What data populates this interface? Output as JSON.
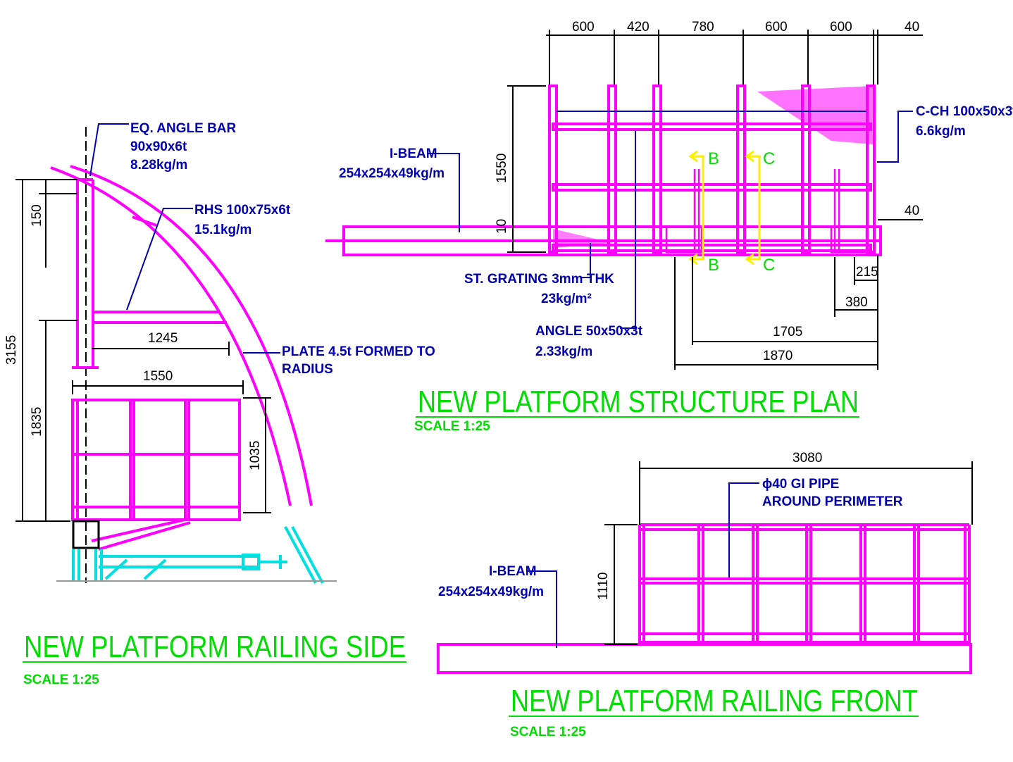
{
  "colors": {
    "structure": "#ff00ff",
    "label": "#0000b0",
    "title": "#00dd00",
    "section": "#ffee00",
    "existing": "#00e0e0",
    "dimension": "#000000"
  },
  "plan": {
    "title": "NEW PLATFORM STRUCTURE PLAN",
    "scale": "SCALE 1:25",
    "top_dims": [
      "600",
      "420",
      "780",
      "600",
      "600",
      "40"
    ],
    "dim_height": "1550",
    "dim_10": "10",
    "dim_40": "40",
    "bottom_dims": [
      "215",
      "380",
      "1705",
      "1870"
    ],
    "section_b": "B",
    "section_c": "C",
    "labels": {
      "ibeam": [
        "I-BEAM",
        "254x254x49kg/m"
      ],
      "cch": [
        "C-CH 100x50x3t",
        "6.6kg/m"
      ],
      "grating": [
        "ST. GRATING 3mm THK",
        "23kg/m²"
      ],
      "angle": [
        "ANGLE 50x50x3t",
        "2.33kg/m"
      ]
    }
  },
  "side": {
    "title": "NEW PLATFORM RAILING SIDE",
    "scale": "SCALE 1:25",
    "dims": {
      "total": "3155",
      "top": "150",
      "lower": "1835",
      "brace": "1245",
      "width": "1550",
      "rail": "1035"
    },
    "labels": {
      "angle_bar": [
        "EQ. ANGLE BAR",
        "90x90x6t",
        "8.28kg/m"
      ],
      "rhs": [
        "RHS 100x75x6t",
        "15.1kg/m"
      ],
      "plate": [
        "PLATE 4.5t FORMED TO",
        "RADIUS"
      ]
    }
  },
  "front": {
    "title": "NEW PLATFORM RAILING FRONT",
    "scale": "SCALE 1:25",
    "dims": {
      "width": "3080",
      "height": "1110"
    },
    "labels": {
      "pipe": [
        "ϕ40 GI PIPE",
        "AROUND PERIMETER"
      ],
      "ibeam": [
        "I-BEAM",
        "254x254x49kg/m"
      ]
    }
  }
}
